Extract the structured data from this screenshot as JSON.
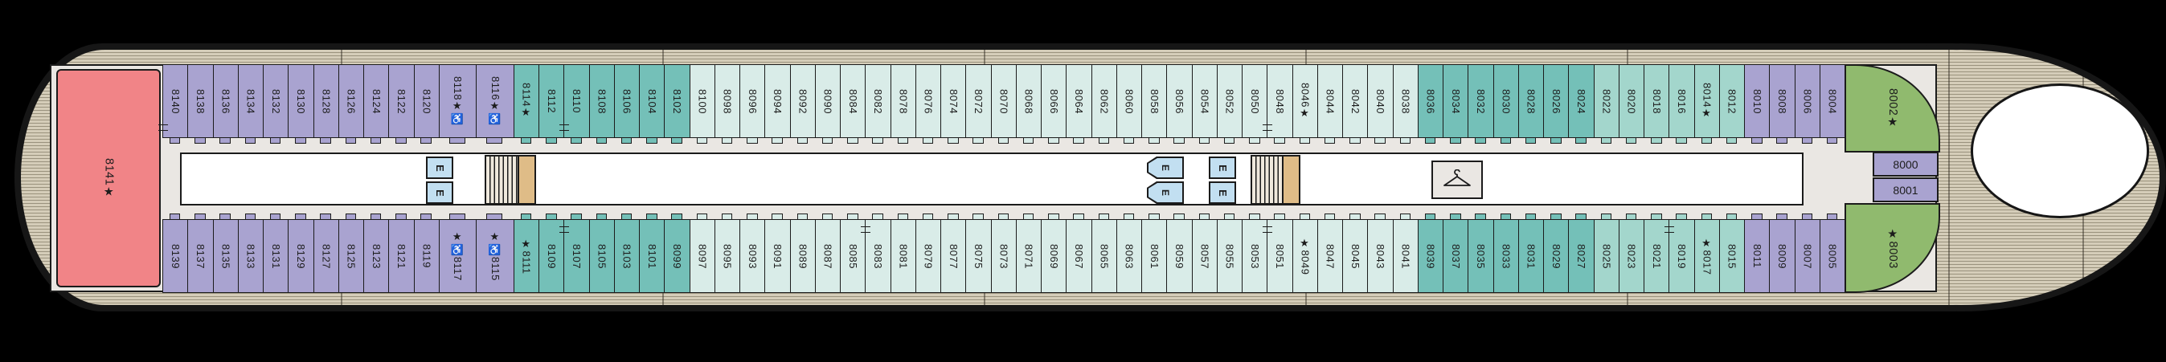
{
  "colors": {
    "purple": "#a9a3d0",
    "teal": "#74c0b8",
    "mint": "#d9ece8",
    "aqua": "#a3d6cc",
    "green": "#90ba6e",
    "pink": "#f18487",
    "corridor": "#eae7e3",
    "tan": "#d5cdb9",
    "landing": "#dfbc87",
    "elev": "#c2dff1",
    "outline": "#1b1b1b"
  },
  "deck": {
    "left_suite": {
      "label": "8141★",
      "color": "pink"
    },
    "right_end": {
      "top_suite": {
        "label": "8002★",
        "color": "green"
      },
      "cabin_8000": {
        "label": "8000",
        "color": "purple"
      },
      "cabin_8001": {
        "label": "8001",
        "color": "purple"
      },
      "bottom_suite": {
        "label": "★8003",
        "color": "green"
      }
    },
    "facilities": {
      "elevator_label": "E",
      "stairs": "stairs",
      "launderette": "hanger-icon"
    },
    "top_row": [
      {
        "label": "8140",
        "color": "purple",
        "conn": true
      },
      {
        "label": "8138",
        "color": "purple"
      },
      {
        "label": "8136",
        "color": "purple"
      },
      {
        "label": "8134",
        "color": "purple"
      },
      {
        "label": "8132",
        "color": "purple"
      },
      {
        "label": "8130",
        "color": "purple"
      },
      {
        "label": "8128",
        "color": "purple"
      },
      {
        "label": "8126",
        "color": "purple"
      },
      {
        "label": "8124",
        "color": "purple"
      },
      {
        "label": "8122",
        "color": "purple"
      },
      {
        "label": "8120",
        "color": "purple"
      },
      {
        "label": "8118★♿",
        "color": "purple",
        "wide": true
      },
      {
        "label": "8116★♿",
        "color": "purple",
        "wide": true
      },
      {
        "label": "8114★",
        "color": "teal"
      },
      {
        "label": "8112",
        "color": "teal"
      },
      {
        "label": "8110",
        "color": "teal",
        "conn": true
      },
      {
        "label": "8108",
        "color": "teal"
      },
      {
        "label": "8106",
        "color": "teal"
      },
      {
        "label": "8104",
        "color": "teal"
      },
      {
        "label": "8102",
        "color": "teal"
      },
      {
        "label": "8100",
        "color": "mint"
      },
      {
        "label": "8098",
        "color": "mint"
      },
      {
        "label": "8096",
        "color": "mint"
      },
      {
        "label": "8094",
        "color": "mint"
      },
      {
        "label": "8092",
        "color": "mint"
      },
      {
        "label": "8090",
        "color": "mint"
      },
      {
        "label": "8084",
        "color": "mint"
      },
      {
        "label": "8082",
        "color": "mint"
      },
      {
        "label": "8078",
        "color": "mint"
      },
      {
        "label": "8076",
        "color": "mint"
      },
      {
        "label": "8074",
        "color": "mint"
      },
      {
        "label": "8072",
        "color": "mint"
      },
      {
        "label": "8070",
        "color": "mint"
      },
      {
        "label": "8068",
        "color": "mint"
      },
      {
        "label": "8066",
        "color": "mint"
      },
      {
        "label": "8064",
        "color": "mint"
      },
      {
        "label": "8062",
        "color": "mint"
      },
      {
        "label": "8060",
        "color": "mint"
      },
      {
        "label": "8058",
        "color": "mint"
      },
      {
        "label": "8056",
        "color": "mint"
      },
      {
        "label": "8054",
        "color": "mint"
      },
      {
        "label": "8052",
        "color": "mint"
      },
      {
        "label": "8050",
        "color": "mint"
      },
      {
        "label": "8048",
        "color": "mint",
        "conn": true
      },
      {
        "label": "8046★",
        "color": "mint"
      },
      {
        "label": "8044",
        "color": "mint"
      },
      {
        "label": "8042",
        "color": "mint"
      },
      {
        "label": "8040",
        "color": "mint"
      },
      {
        "label": "8038",
        "color": "mint"
      },
      {
        "label": "8036",
        "color": "teal"
      },
      {
        "label": "8034",
        "color": "teal"
      },
      {
        "label": "8032",
        "color": "teal"
      },
      {
        "label": "8030",
        "color": "teal"
      },
      {
        "label": "8028",
        "color": "teal"
      },
      {
        "label": "8026",
        "color": "teal"
      },
      {
        "label": "8024",
        "color": "teal"
      },
      {
        "label": "8022",
        "color": "aqua"
      },
      {
        "label": "8020",
        "color": "aqua"
      },
      {
        "label": "8018",
        "color": "aqua"
      },
      {
        "label": "8016",
        "color": "aqua"
      },
      {
        "label": "8014★",
        "color": "aqua"
      },
      {
        "label": "8012",
        "color": "aqua"
      },
      {
        "label": "8010",
        "color": "purple"
      },
      {
        "label": "8008",
        "color": "purple"
      },
      {
        "label": "8006",
        "color": "purple"
      },
      {
        "label": "8004",
        "color": "purple"
      }
    ],
    "bottom_row": [
      {
        "label": "8139",
        "color": "purple"
      },
      {
        "label": "8137",
        "color": "purple"
      },
      {
        "label": "8135",
        "color": "purple"
      },
      {
        "label": "8133",
        "color": "purple"
      },
      {
        "label": "8131",
        "color": "purple"
      },
      {
        "label": "8129",
        "color": "purple"
      },
      {
        "label": "8127",
        "color": "purple"
      },
      {
        "label": "8125",
        "color": "purple"
      },
      {
        "label": "8123",
        "color": "purple"
      },
      {
        "label": "8121",
        "color": "purple"
      },
      {
        "label": "8119",
        "color": "purple"
      },
      {
        "label": "★♿8117",
        "color": "purple",
        "wide": true
      },
      {
        "label": "★♿8115",
        "color": "purple",
        "wide": true
      },
      {
        "label": "★8111",
        "color": "teal"
      },
      {
        "label": "8109",
        "color": "teal"
      },
      {
        "label": "8107",
        "color": "teal",
        "conn": true
      },
      {
        "label": "8105",
        "color": "teal"
      },
      {
        "label": "8103",
        "color": "teal"
      },
      {
        "label": "8101",
        "color": "teal"
      },
      {
        "label": "8099",
        "color": "teal"
      },
      {
        "label": "8097",
        "color": "mint"
      },
      {
        "label": "8095",
        "color": "mint"
      },
      {
        "label": "8093",
        "color": "mint"
      },
      {
        "label": "8091",
        "color": "mint"
      },
      {
        "label": "8089",
        "color": "mint"
      },
      {
        "label": "8087",
        "color": "mint"
      },
      {
        "label": "8085",
        "color": "mint"
      },
      {
        "label": "8083",
        "color": "mint",
        "conn": true
      },
      {
        "label": "8081",
        "color": "mint"
      },
      {
        "label": "8079",
        "color": "mint"
      },
      {
        "label": "8077",
        "color": "mint"
      },
      {
        "label": "8075",
        "color": "mint"
      },
      {
        "label": "8073",
        "color": "mint"
      },
      {
        "label": "8071",
        "color": "mint"
      },
      {
        "label": "8069",
        "color": "mint"
      },
      {
        "label": "8067",
        "color": "mint"
      },
      {
        "label": "8065",
        "color": "mint"
      },
      {
        "label": "8063",
        "color": "mint"
      },
      {
        "label": "8061",
        "color": "mint"
      },
      {
        "label": "8059",
        "color": "mint"
      },
      {
        "label": "8057",
        "color": "mint"
      },
      {
        "label": "8055",
        "color": "mint"
      },
      {
        "label": "8053",
        "color": "mint"
      },
      {
        "label": "8051",
        "color": "mint",
        "conn": true
      },
      {
        "label": "★8049",
        "color": "mint"
      },
      {
        "label": "8047",
        "color": "mint"
      },
      {
        "label": "8045",
        "color": "mint"
      },
      {
        "label": "8043",
        "color": "mint"
      },
      {
        "label": "8041",
        "color": "mint"
      },
      {
        "label": "8039",
        "color": "teal"
      },
      {
        "label": "8037",
        "color": "teal"
      },
      {
        "label": "8035",
        "color": "teal"
      },
      {
        "label": "8033",
        "color": "teal"
      },
      {
        "label": "8031",
        "color": "teal"
      },
      {
        "label": "8029",
        "color": "teal"
      },
      {
        "label": "8027",
        "color": "teal"
      },
      {
        "label": "8025",
        "color": "aqua"
      },
      {
        "label": "8023",
        "color": "aqua"
      },
      {
        "label": "8021",
        "color": "aqua"
      },
      {
        "label": "8019",
        "color": "aqua",
        "conn": true
      },
      {
        "label": "★8017",
        "color": "aqua"
      },
      {
        "label": "8015",
        "color": "aqua"
      },
      {
        "label": "8011",
        "color": "purple"
      },
      {
        "label": "8009",
        "color": "purple"
      },
      {
        "label": "8007",
        "color": "purple"
      },
      {
        "label": "8005",
        "color": "purple"
      }
    ]
  }
}
